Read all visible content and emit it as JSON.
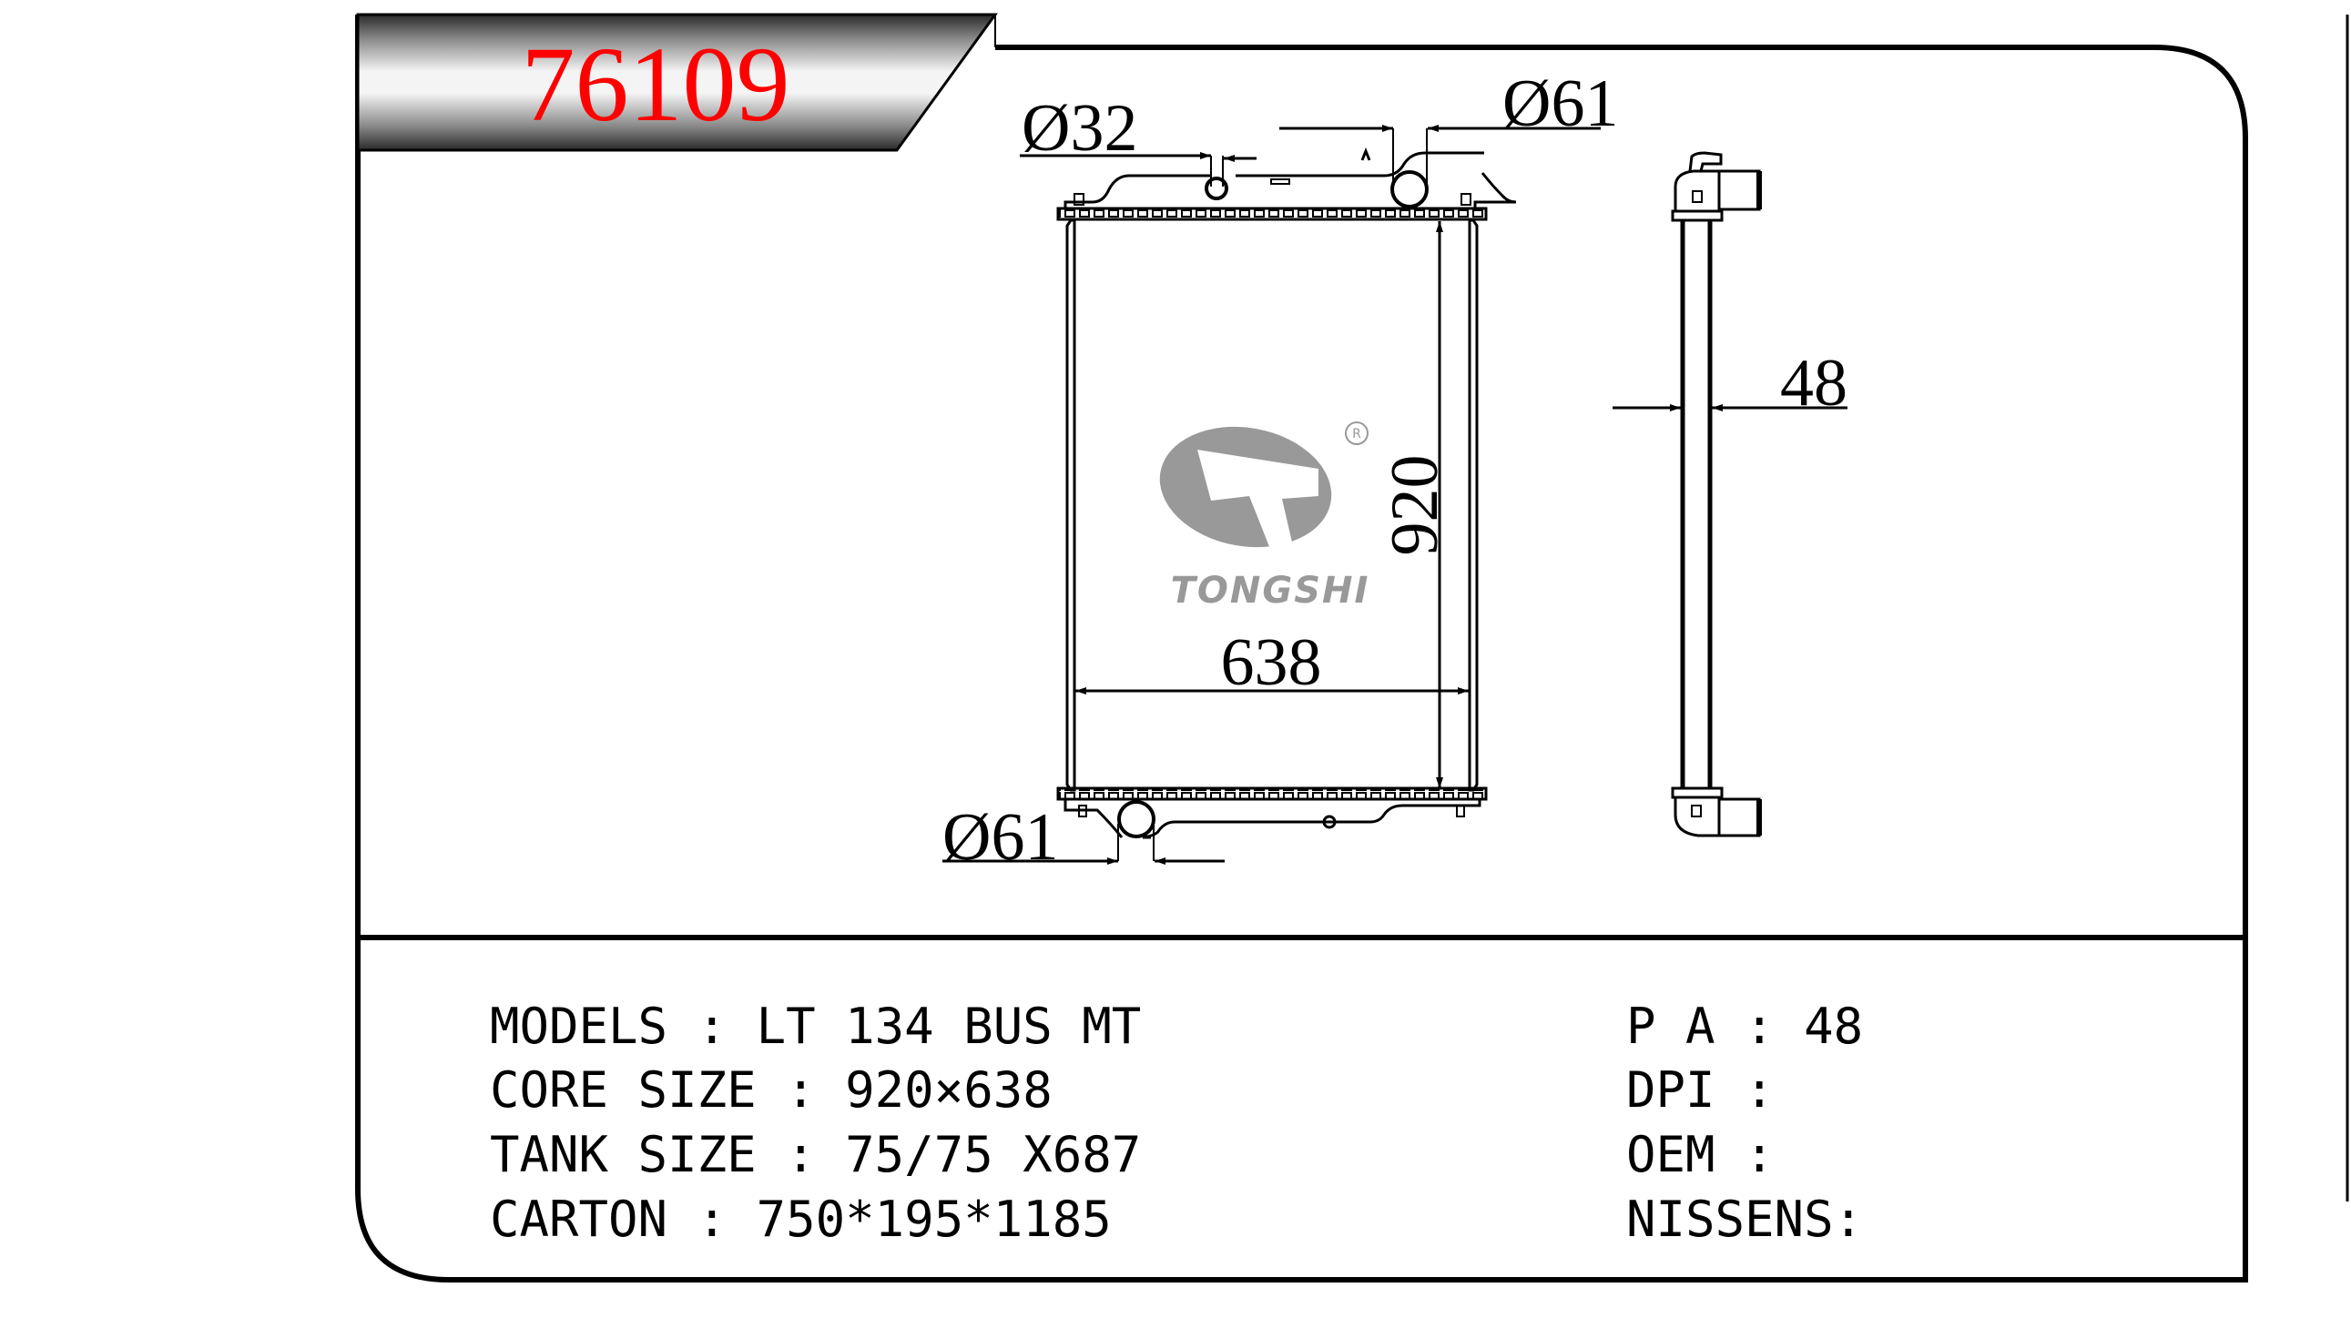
{
  "header": {
    "part_number": "76109",
    "part_number_color": "#ff0000"
  },
  "drawing": {
    "front_view": {
      "top_inlet_diameter_small": "Ø32",
      "top_inlet_diameter_large": "Ø61",
      "bottom_outlet_diameter": "Ø61",
      "core_height": "920",
      "core_width": "638"
    },
    "side_view": {
      "core_thickness": "48"
    },
    "logo": {
      "brand": "TONGSHI",
      "registered_mark": "R",
      "color": "#999999"
    }
  },
  "specs": {
    "left": [
      {
        "label": "MODELS",
        "separator": " : ",
        "value": "LT 134 BUS MT"
      },
      {
        "label": "CORE SIZE",
        "separator": " : ",
        "value": "920×638"
      },
      {
        "label": "TANK SIZE",
        "separator": " : ",
        "value": "75/75 X687"
      },
      {
        "label": "CARTON",
        "separator": " : ",
        "value": "750*195*1185"
      }
    ],
    "right": [
      {
        "label": "P A",
        "separator": " : ",
        "value": "48"
      },
      {
        "label": "DPI",
        "separator": " : ",
        "value": ""
      },
      {
        "label": "OEM",
        "separator": " : ",
        "value": ""
      },
      {
        "label": "NISSENS",
        "separator": ":",
        "value": ""
      }
    ]
  }
}
